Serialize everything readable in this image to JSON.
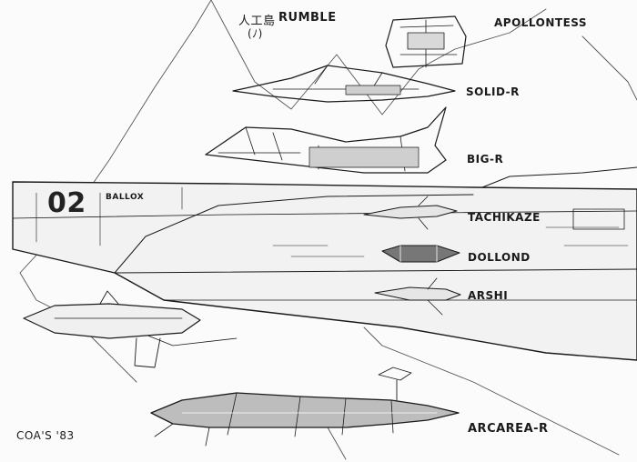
{
  "colors": {
    "ink": "#1a1a1a",
    "paper": "#fbfbfb",
    "shade": "#9a9a9a"
  },
  "title": {
    "kanji": "人工島",
    "name": "RUMBLE",
    "sub": "(ﾉ)"
  },
  "hull": {
    "number": "02",
    "name": "BALLOX"
  },
  "labels": {
    "apollontess": "APOLLONTESS",
    "solid_r": "SOLID-R",
    "big_r": "BIG-R",
    "tachikaze": "TACHIKAZE",
    "dollond": "DOLLOND",
    "arshi": "ARSHI",
    "arcarea_r": "ARCAREA-R"
  },
  "signature": "COA'S '83"
}
